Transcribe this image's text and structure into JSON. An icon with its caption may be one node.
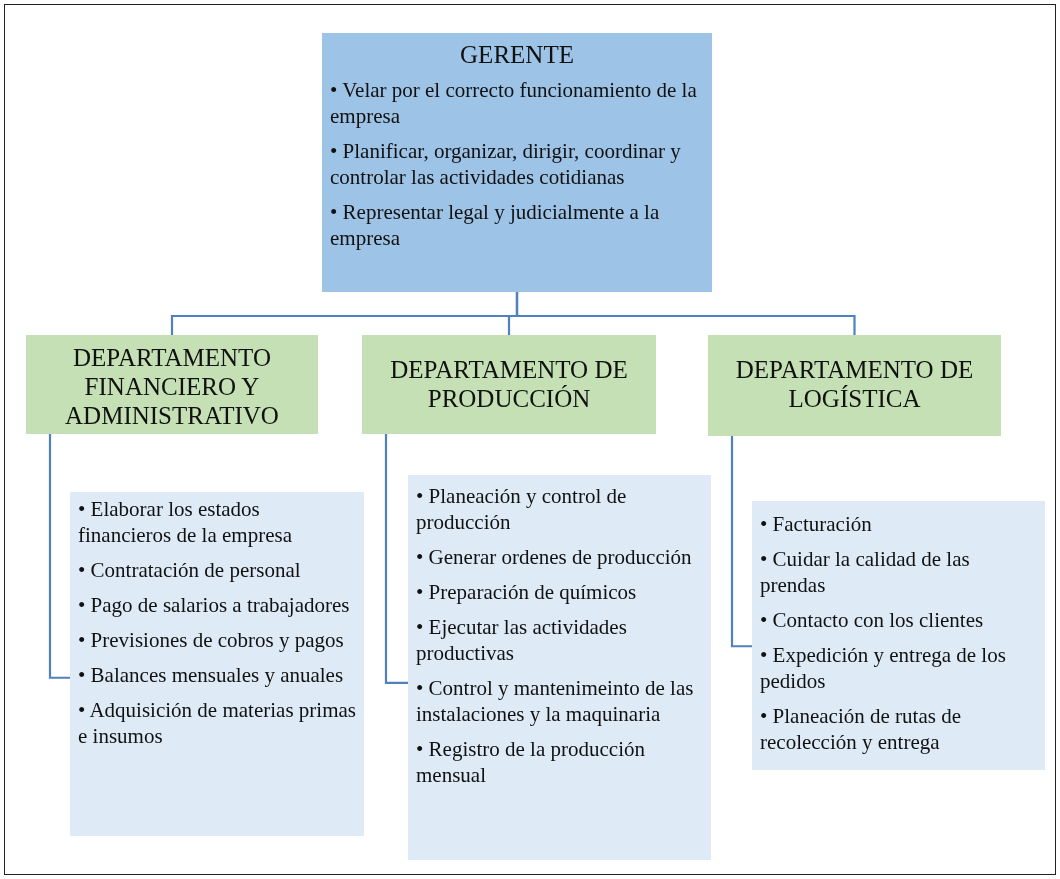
{
  "diagram": {
    "nodes": [
      {
        "text": [
          "GERENTE",
          "• Velar por el correcto funcionamiento de la empresa",
          "• Planificar, organizar, dirigir, coordinar y controlar las actividades cotidianas",
          "• Representar legal y judicialmente a la empresa"
        ]
      },
      {
        "text": [
          "DEPARTAMENTO FINANCIERO Y ADMINISTRATIVO"
        ]
      },
      {
        "text": [
          "DEPARTAMENTO DE PRODUCCIÓN"
        ]
      },
      {
        "text": [
          "DEPARTAMENTO DE LOGÍSTICA"
        ]
      },
      {
        "text": [
          "• Elaborar los estados financieros de la empresa",
          "• Contratación de personal",
          "• Pago de salarios a trabajadores",
          "• Previsiones de cobros y pagos",
          "• Balances mensuales y anuales",
          "• Adquisición de materias primas e insumos"
        ]
      },
      {
        "text": [
          "• Planeación y control de producción",
          "• Generar ordenes de producción",
          "• Preparación de químicos",
          "• Ejecutar las actividades productivas",
          "• Control y mantenimeinto de las instalaciones y la maquinaria",
          "• Registro de la producción mensual"
        ]
      },
      {
        "text": [
          "• Facturación",
          "• Cuidar la calidad de las prendas",
          "• Contacto con los clientes",
          "• Expedición y entrega de los pedidos",
          "• Planeación de rutas de recolección y entrega"
        ]
      }
    ],
    "edges": [
      {
        "from": 0,
        "to": 1,
        "arrow": "none"
      },
      {
        "from": 0,
        "to": 2,
        "arrow": "none"
      },
      {
        "from": 0,
        "to": 3,
        "arrow": "none"
      },
      {
        "from": 1,
        "to": 4,
        "arrow": "none"
      },
      {
        "from": 2,
        "to": 5,
        "arrow": "none"
      },
      {
        "from": 3,
        "to": 6,
        "arrow": "none"
      }
    ]
  }
}
